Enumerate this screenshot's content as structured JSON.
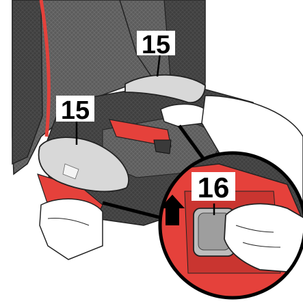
{
  "callouts": {
    "armrest_right": "15",
    "armrest_left": "15",
    "release_button": "16"
  },
  "colors": {
    "seat_red": "#e5413b",
    "seat_gray": "#5a5a5a",
    "seat_dark": "#3c3c3c",
    "armrest_light": "#d8d8d8",
    "arrow": "#000000"
  },
  "icons": [
    "up-arrow-icon"
  ]
}
